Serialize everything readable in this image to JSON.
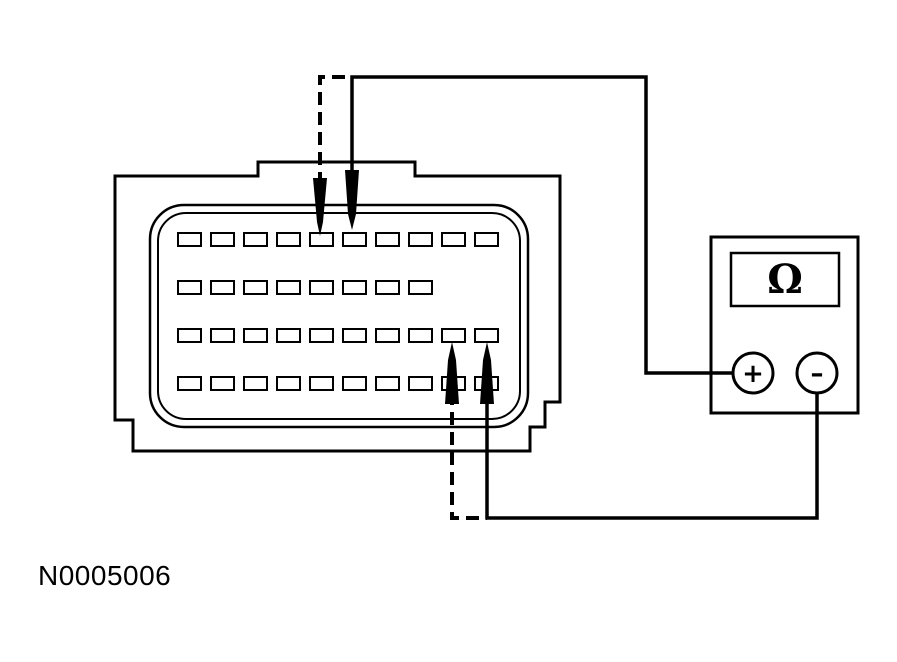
{
  "figure_id": "N0005006",
  "meter": {
    "display_symbol": "Ω",
    "positive_label": "+",
    "negative_label": "–"
  },
  "connector": {
    "rows": [
      10,
      8,
      10,
      10
    ]
  }
}
